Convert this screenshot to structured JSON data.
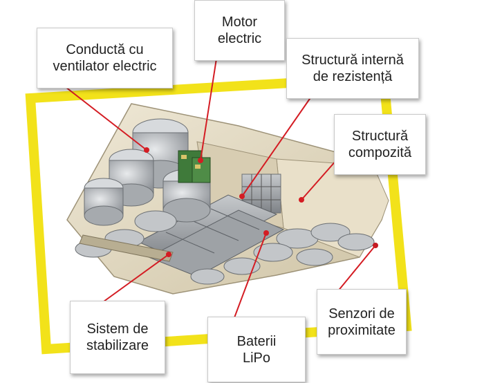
{
  "colors": {
    "frame": "#f2e21a",
    "leader": "#d41c23",
    "body": "#e2d8bf",
    "fan": "#b9bcc0",
    "pcb": "#3f7a3a"
  },
  "labels": {
    "duct_fan": "Conductă  cu\nventilator electric",
    "motor": "Motor\nelectric",
    "internal_structure": "Structură internă\nde rezistență",
    "composite": "Structură\ncompozită",
    "stabilization": "Sistem de\nstabilizare",
    "batteries": "Baterii\nLiPo",
    "sensors": "Senzori de\nproximitate"
  }
}
